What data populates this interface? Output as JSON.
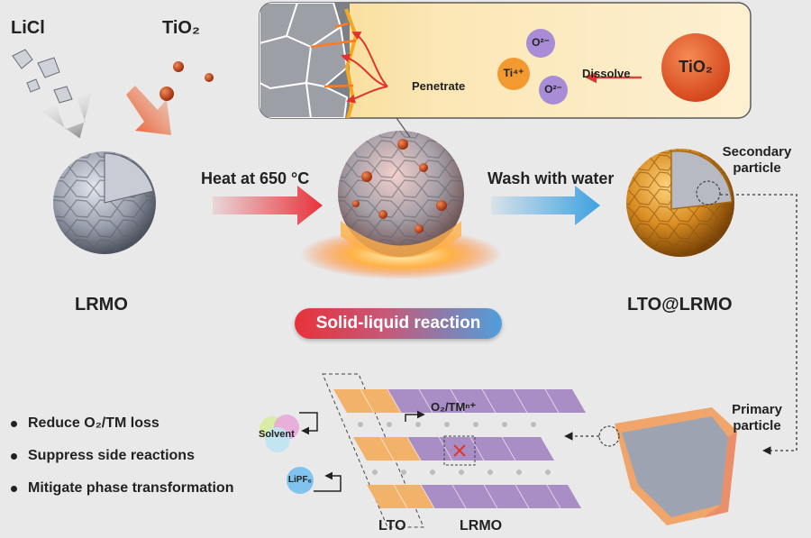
{
  "reagents": {
    "licl": "LiCl",
    "tio2": "TiO₂"
  },
  "steps": {
    "heat": "Heat at 650 °C",
    "wash": "Wash with water",
    "reaction": "Solid-liquid reaction"
  },
  "particles": {
    "lrmo": "LRMO",
    "coated": "LTO@LRMO",
    "secondary": "Secondary particle",
    "primary": "Primary particle"
  },
  "inset": {
    "penetrate": "Penetrate",
    "dissolve": "Dissolve",
    "o2": "O²⁻",
    "ti": "Ti⁴⁺",
    "tio2": "TiO₂"
  },
  "structure": {
    "release": "O₂/TMⁿ⁺",
    "solvent": "Solvent",
    "salt": "LiPF₆",
    "lto": "LTO",
    "lrmo": "LRMO"
  },
  "benefits": [
    "Reduce O₂/TM loss",
    "Suppress side reactions",
    "Mitigate phase transformation"
  ],
  "colors": {
    "background": "#e9e9ea",
    "heat_arrow": "#e8323a",
    "wash_arrow": "#3da1e0",
    "lto_layer": "#f2b26a",
    "lrmo_layer": "#a88ec4",
    "tio2": "#e4582c",
    "ti_ion": "#f29a30",
    "oxide_ion": "#a98cd6"
  }
}
